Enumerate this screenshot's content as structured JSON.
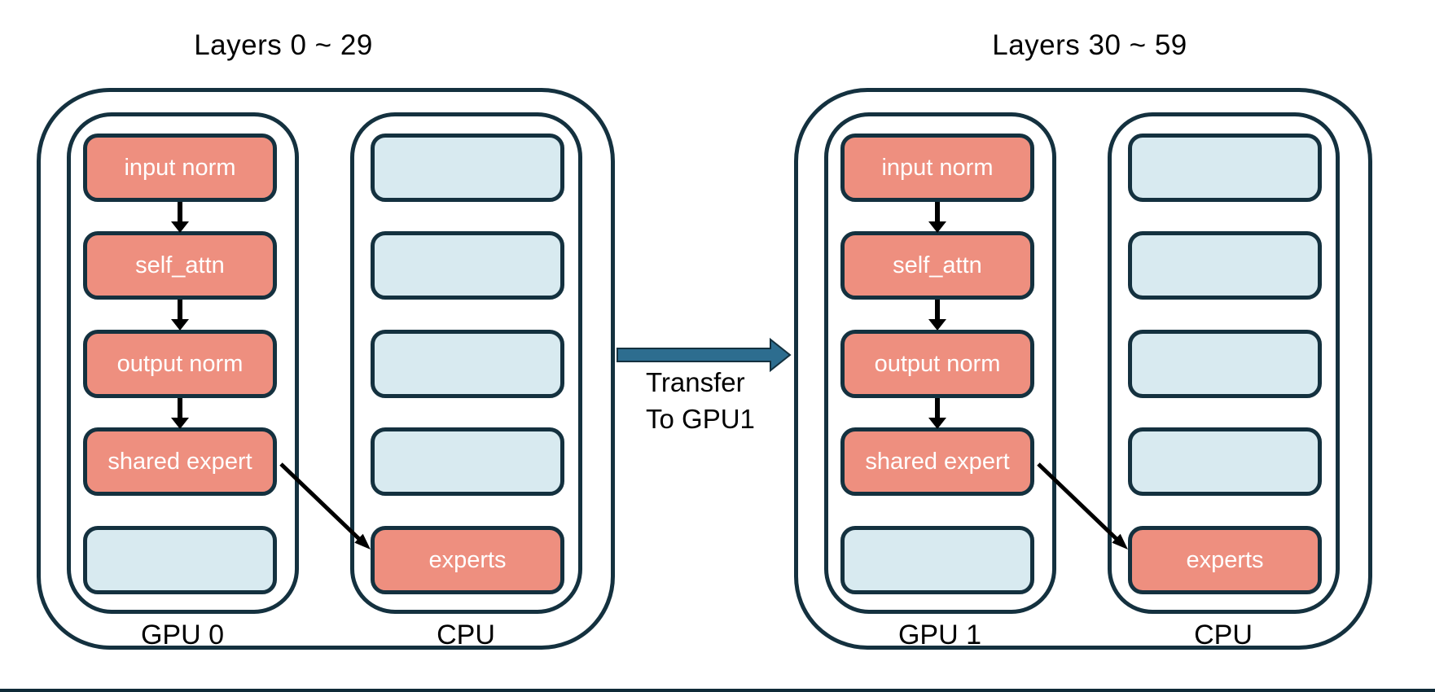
{
  "colors": {
    "background": "#FFFFFF",
    "outline_dark_teal": "#14313F",
    "box_salmon": "#EE8F7F",
    "box_light_blue": "#D8EAF0",
    "transfer_arrow_blue": "#2D6D8F",
    "flow_arrow_black": "#000000",
    "box_text_white": "#FFFFFF",
    "title_text_black": "#000000",
    "bottom_bar_dark": "#0F2A38"
  },
  "groups": [
    {
      "title": "Layers 0 ~ 29",
      "gpu": {
        "label": "GPU 0",
        "boxes": [
          {
            "label": "input norm",
            "type": "salmon"
          },
          {
            "label": "self_attn",
            "type": "salmon"
          },
          {
            "label": "output norm",
            "type": "salmon"
          },
          {
            "label": "shared expert",
            "type": "salmon"
          },
          {
            "label": "",
            "type": "blue"
          }
        ]
      },
      "cpu": {
        "label": "CPU",
        "boxes": [
          {
            "label": "",
            "type": "blue"
          },
          {
            "label": "",
            "type": "blue"
          },
          {
            "label": "",
            "type": "blue"
          },
          {
            "label": "",
            "type": "blue"
          },
          {
            "label": "experts",
            "type": "salmon"
          }
        ]
      }
    },
    {
      "title": "Layers 30 ~ 59",
      "gpu": {
        "label": "GPU 1",
        "boxes": [
          {
            "label": "input norm",
            "type": "salmon"
          },
          {
            "label": "self_attn",
            "type": "salmon"
          },
          {
            "label": "output norm",
            "type": "salmon"
          },
          {
            "label": "shared expert",
            "type": "salmon"
          },
          {
            "label": "",
            "type": "blue"
          }
        ]
      },
      "cpu": {
        "label": "CPU",
        "boxes": [
          {
            "label": "",
            "type": "blue"
          },
          {
            "label": "",
            "type": "blue"
          },
          {
            "label": "",
            "type": "blue"
          },
          {
            "label": "",
            "type": "blue"
          },
          {
            "label": "experts",
            "type": "salmon"
          }
        ]
      }
    }
  ],
  "transfer_label": {
    "line1": "Transfer",
    "line2": "To GPU1"
  }
}
